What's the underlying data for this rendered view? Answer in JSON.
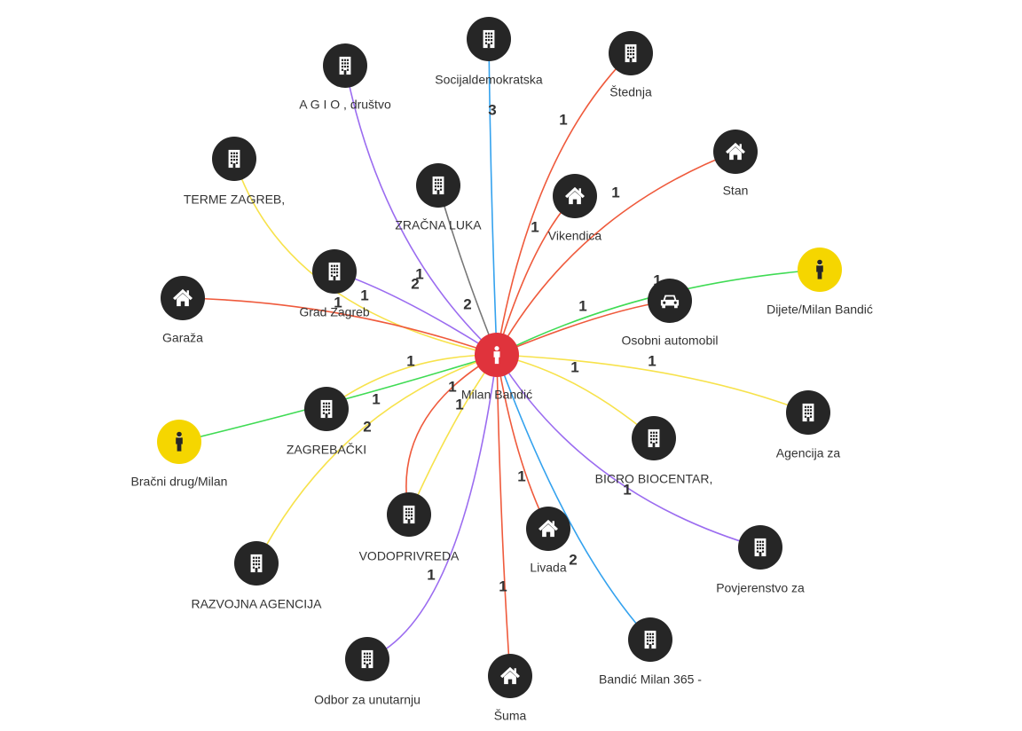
{
  "colors": {
    "node_default": "#262626",
    "node_center": "#e0333c",
    "node_person": "#f5d600",
    "edge_purple": "#9b6cf0",
    "edge_red": "#ef5a3c",
    "edge_yellow": "#f7e24b",
    "edge_blue": "#34a2ee",
    "edge_green": "#3fdb54",
    "edge_gray": "#777777"
  },
  "nodes": [
    {
      "id": "center",
      "label": "Milan Bandić",
      "icon": "person-icon",
      "kind": "center"
    },
    {
      "id": "socijaldemokratska",
      "label": "Socijaldemokratska",
      "icon": "building-icon",
      "kind": "default"
    },
    {
      "id": "stednja",
      "label": "Štednja",
      "icon": "building-icon",
      "kind": "default"
    },
    {
      "id": "agio",
      "label": "A G I O , društvo",
      "icon": "building-icon",
      "kind": "default"
    },
    {
      "id": "terme",
      "label": "TERME ZAGREB,",
      "icon": "building-icon",
      "kind": "default"
    },
    {
      "id": "zracna",
      "label": "ZRAČNA LUKA",
      "icon": "building-icon",
      "kind": "default"
    },
    {
      "id": "stan",
      "label": "Stan",
      "icon": "house-icon",
      "kind": "default"
    },
    {
      "id": "vikendica",
      "label": "Vikendica",
      "icon": "house-icon",
      "kind": "default"
    },
    {
      "id": "grad",
      "label": "Grad Zagreb",
      "icon": "building-icon",
      "kind": "default"
    },
    {
      "id": "garaza",
      "label": "Garaža",
      "icon": "house-icon",
      "kind": "default"
    },
    {
      "id": "dijete",
      "label": "Dijete/Milan Bandić",
      "icon": "person-icon",
      "kind": "person"
    },
    {
      "id": "auto",
      "label": "Osobni automobil",
      "icon": "car-icon",
      "kind": "default"
    },
    {
      "id": "zagrebacki",
      "label": "ZAGREBAČKI",
      "icon": "building-icon",
      "kind": "default"
    },
    {
      "id": "bracni",
      "label": "Bračni drug/Milan",
      "icon": "person-icon",
      "kind": "person"
    },
    {
      "id": "agencija",
      "label": "Agencija za",
      "icon": "building-icon",
      "kind": "default"
    },
    {
      "id": "bicro",
      "label": "BICRO BIOCENTAR,",
      "icon": "building-icon",
      "kind": "default"
    },
    {
      "id": "vodoprivreda",
      "label": "VODOPRIVREDA",
      "icon": "building-icon",
      "kind": "default"
    },
    {
      "id": "livada",
      "label": "Livada",
      "icon": "house-icon",
      "kind": "default"
    },
    {
      "id": "povjerenstvo",
      "label": "Povjerenstvo za",
      "icon": "building-icon",
      "kind": "default"
    },
    {
      "id": "razvojna",
      "label": "RAZVOJNA AGENCIJA",
      "icon": "building-icon",
      "kind": "default"
    },
    {
      "id": "odbor",
      "label": "Odbor za unutarnju",
      "icon": "building-icon",
      "kind": "default"
    },
    {
      "id": "suma",
      "label": "Šuma",
      "icon": "house-icon",
      "kind": "default"
    },
    {
      "id": "bandic365",
      "label": "Bandić Milan 365 -",
      "icon": "building-icon",
      "kind": "default"
    }
  ],
  "edges": [
    {
      "to": "socijaldemokratska",
      "color": "edge_blue",
      "label": "3"
    },
    {
      "to": "stednja",
      "color": "edge_red",
      "label": "1"
    },
    {
      "to": "agio",
      "color": "edge_purple",
      "label": "1"
    },
    {
      "to": "terme",
      "color": "edge_yellow",
      "label": "1"
    },
    {
      "to": "zracna",
      "color": "edge_gray",
      "label": "2"
    },
    {
      "to": "stan",
      "color": "edge_red",
      "label": "1"
    },
    {
      "to": "vikendica",
      "color": "edge_red",
      "label": "1"
    },
    {
      "to": "grad",
      "color": "edge_purple",
      "label": "2"
    },
    {
      "to": "garaza",
      "color": "edge_red",
      "label": "1"
    },
    {
      "to": "dijete",
      "color": "edge_green",
      "label": "1"
    },
    {
      "to": "auto",
      "color": "edge_red",
      "label": "1"
    },
    {
      "to": "bracni",
      "color": "edge_green",
      "label": "1"
    },
    {
      "to": "zagrebacki",
      "color": "edge_yellow",
      "label": "1"
    },
    {
      "to": "agencija",
      "color": "edge_yellow",
      "label": "1"
    },
    {
      "to": "bicro",
      "color": "edge_yellow",
      "label": "1"
    },
    {
      "to": "vodoprivreda",
      "color": "edge_red",
      "label": "2"
    },
    {
      "to": "razvojna",
      "color": "edge_yellow",
      "label": "1"
    },
    {
      "to": "vodoprivreda",
      "color": "edge_yellow",
      "label": "1"
    },
    {
      "to": "livada",
      "color": "edge_red",
      "label": "1"
    },
    {
      "to": "povjerenstvo",
      "color": "edge_purple",
      "label": "1"
    },
    {
      "to": "odbor",
      "color": "edge_purple",
      "label": "1"
    },
    {
      "to": "suma",
      "color": "edge_red",
      "label": "1"
    },
    {
      "to": "bandic365",
      "color": "edge_blue",
      "label": "2"
    }
  ]
}
